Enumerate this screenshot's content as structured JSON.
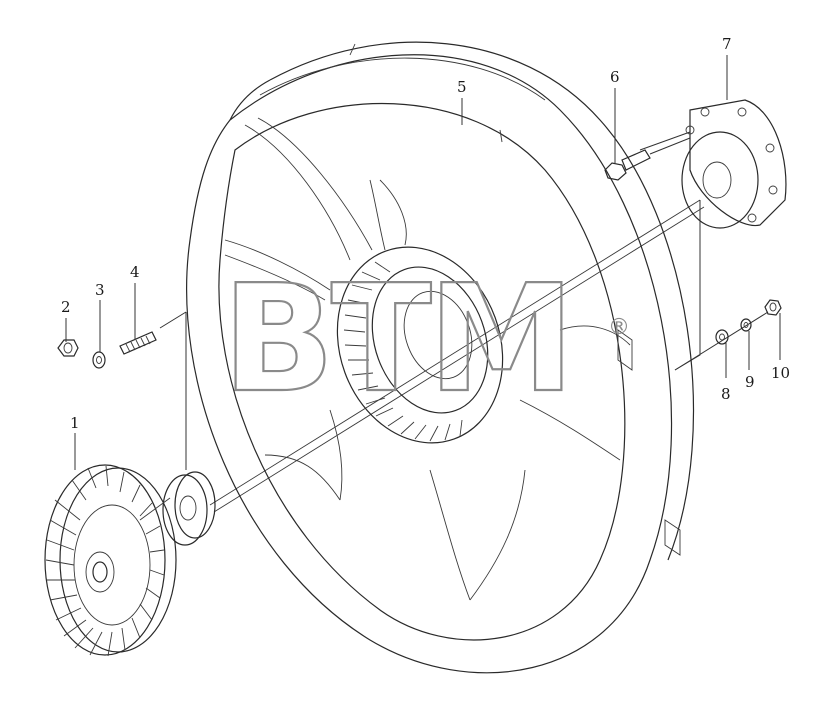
{
  "diagram": {
    "parts": [
      {
        "number": "1"
      },
      {
        "number": "2"
      },
      {
        "number": "3"
      },
      {
        "number": "4"
      },
      {
        "number": "5"
      },
      {
        "number": "6"
      },
      {
        "number": "7"
      },
      {
        "number": "8"
      },
      {
        "number": "9"
      },
      {
        "number": "10"
      }
    ]
  },
  "watermark": {
    "text": "BTM",
    "registered": "®"
  }
}
